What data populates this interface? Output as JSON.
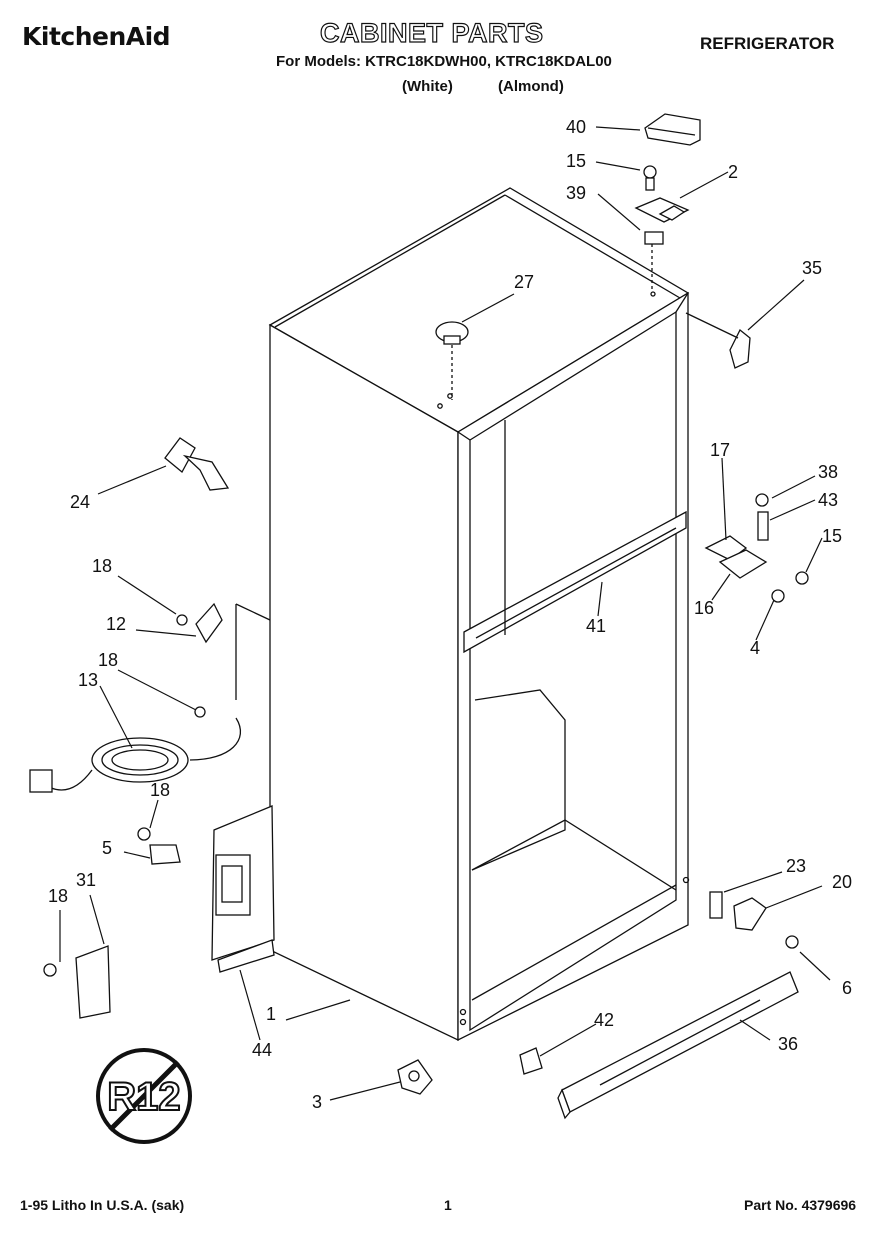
{
  "header": {
    "brand": "KitchenAid",
    "title": "CABINET PARTS",
    "models_line": "For Models: KTRC18KDWH00, KTRC18KDAL00",
    "color_a": "(White)",
    "color_b": "(Almond)",
    "category": "REFRIGERATOR"
  },
  "footer": {
    "litho": "1-95 Litho In U.S.A. (sak)",
    "page": "1",
    "part_no": "Part No. 4379696"
  },
  "logo_badge": "R12",
  "callouts": [
    "40",
    "15",
    "2",
    "39",
    "35",
    "27",
    "24",
    "17",
    "38",
    "43",
    "15b",
    "16",
    "4",
    "41",
    "18a",
    "12",
    "18b",
    "13",
    "18c",
    "5",
    "31",
    "18d",
    "23",
    "20",
    "6",
    "42",
    "36",
    "1",
    "44",
    "3"
  ],
  "callout_labels": {
    "40": "40",
    "15": "15",
    "2": "2",
    "39": "39",
    "35": "35",
    "27": "27",
    "24": "24",
    "17": "17",
    "38": "38",
    "43": "43",
    "15b": "15",
    "16": "16",
    "4": "4",
    "41": "41",
    "18a": "18",
    "12": "12",
    "18b": "18",
    "13": "13",
    "18c": "18",
    "5": "5",
    "31": "31",
    "18d": "18",
    "23": "23",
    "20": "20",
    "6": "6",
    "42": "42",
    "36": "36",
    "1": "1",
    "44": "44",
    "3": "3"
  }
}
